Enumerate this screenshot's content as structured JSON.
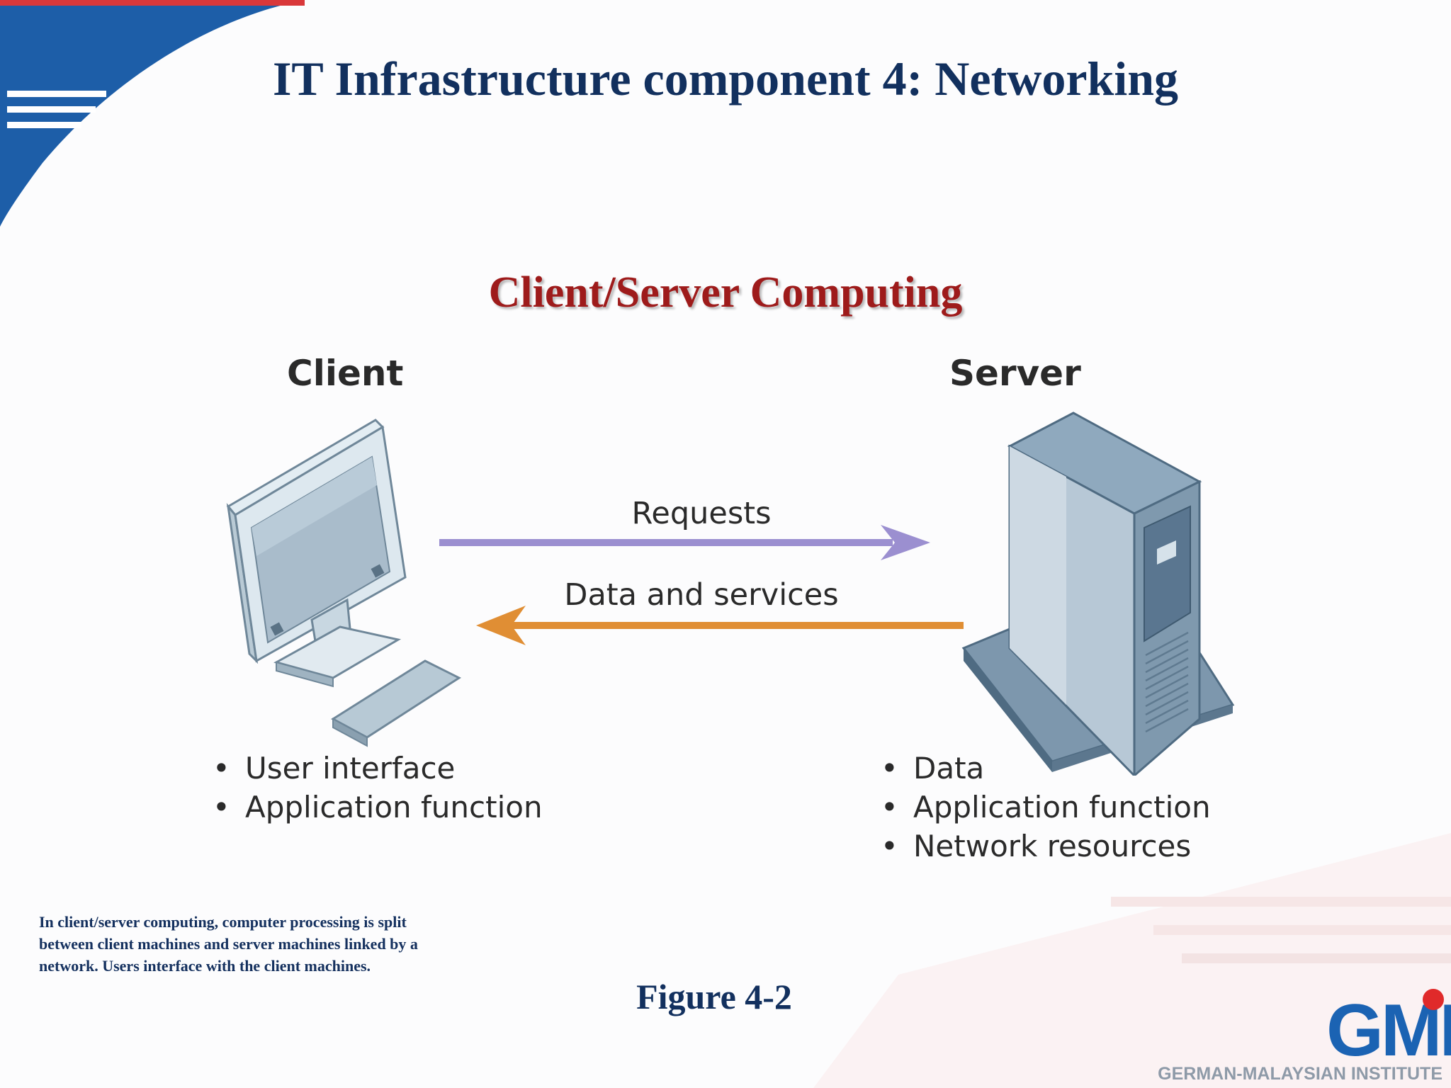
{
  "slide": {
    "title": "IT Infrastructure component 4: Networking",
    "diagram_title": "Client/Server Computing",
    "figure_label": "Figure 4-2",
    "caption": "In client/server computing, computer processing is split between client machines and server machines linked by a network. Users interface with the client machines."
  },
  "diagram": {
    "client": {
      "label": "Client",
      "bullets": [
        "User interface",
        "Application function"
      ]
    },
    "server": {
      "label": "Server",
      "bullets": [
        "Data",
        "Application function",
        "Network resources"
      ]
    },
    "arrows": [
      {
        "label": "Requests",
        "direction": "client-to-server",
        "color": "#9b8fd0"
      },
      {
        "label": "Data and services",
        "direction": "server-to-client",
        "color": "#e08e34"
      }
    ]
  },
  "logo": {
    "mark": "GMI",
    "name": "GERMAN-MALAYSIAN INSTITUTE",
    "brand_color": "#1b63b3",
    "dot_color": "#e02a2a"
  },
  "colors": {
    "title": "#12305e",
    "diagram_title": "#9e1b1b",
    "corner_blue": "#1d5ea8"
  }
}
